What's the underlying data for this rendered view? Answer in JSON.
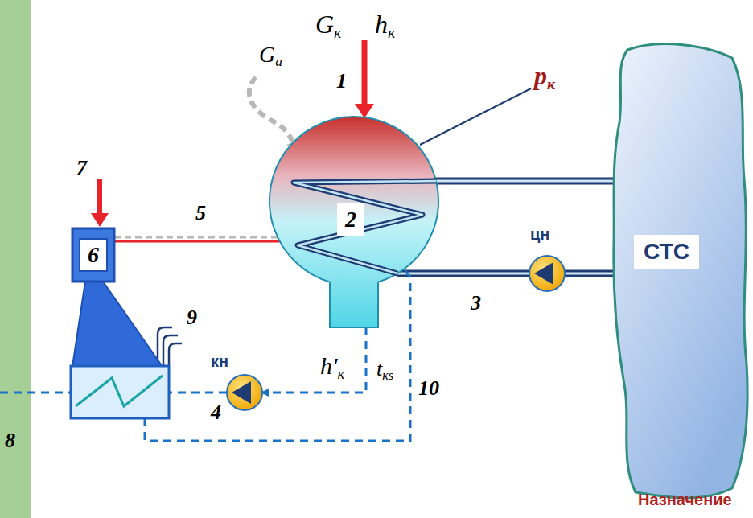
{
  "diagram": {
    "nodes": [
      {
        "text": [
          "2"
        ]
      },
      {
        "text": [
          "6"
        ]
      },
      {
        "text": [
          "цн"
        ]
      },
      {
        "text": [
          "СТС"
        ]
      },
      {
        "text": [
          "кн"
        ]
      },
      {
        "text": [
          "8"
        ]
      }
    ],
    "edges": [
      {
        "from": 0,
        "to": 3,
        "arrow": "none"
      },
      {
        "from": 3,
        "to": 2,
        "arrow": "none"
      },
      {
        "from": 2,
        "to": 0,
        "arrow": "none"
      },
      {
        "from": 1,
        "to": 0,
        "arrow": "none"
      },
      {
        "from": 0,
        "to": 4,
        "arrow": "to"
      },
      {
        "from": 4,
        "to": 5,
        "arrow": "none"
      },
      {
        "from": 5,
        "to": 0,
        "arrow": "none"
      }
    ],
    "labels": [
      "Gк",
      "hк",
      "Ga",
      "1",
      "pк",
      "7",
      "5",
      "9",
      "3",
      "4",
      "h′к",
      "tкs",
      "10",
      "Назначение"
    ]
  }
}
